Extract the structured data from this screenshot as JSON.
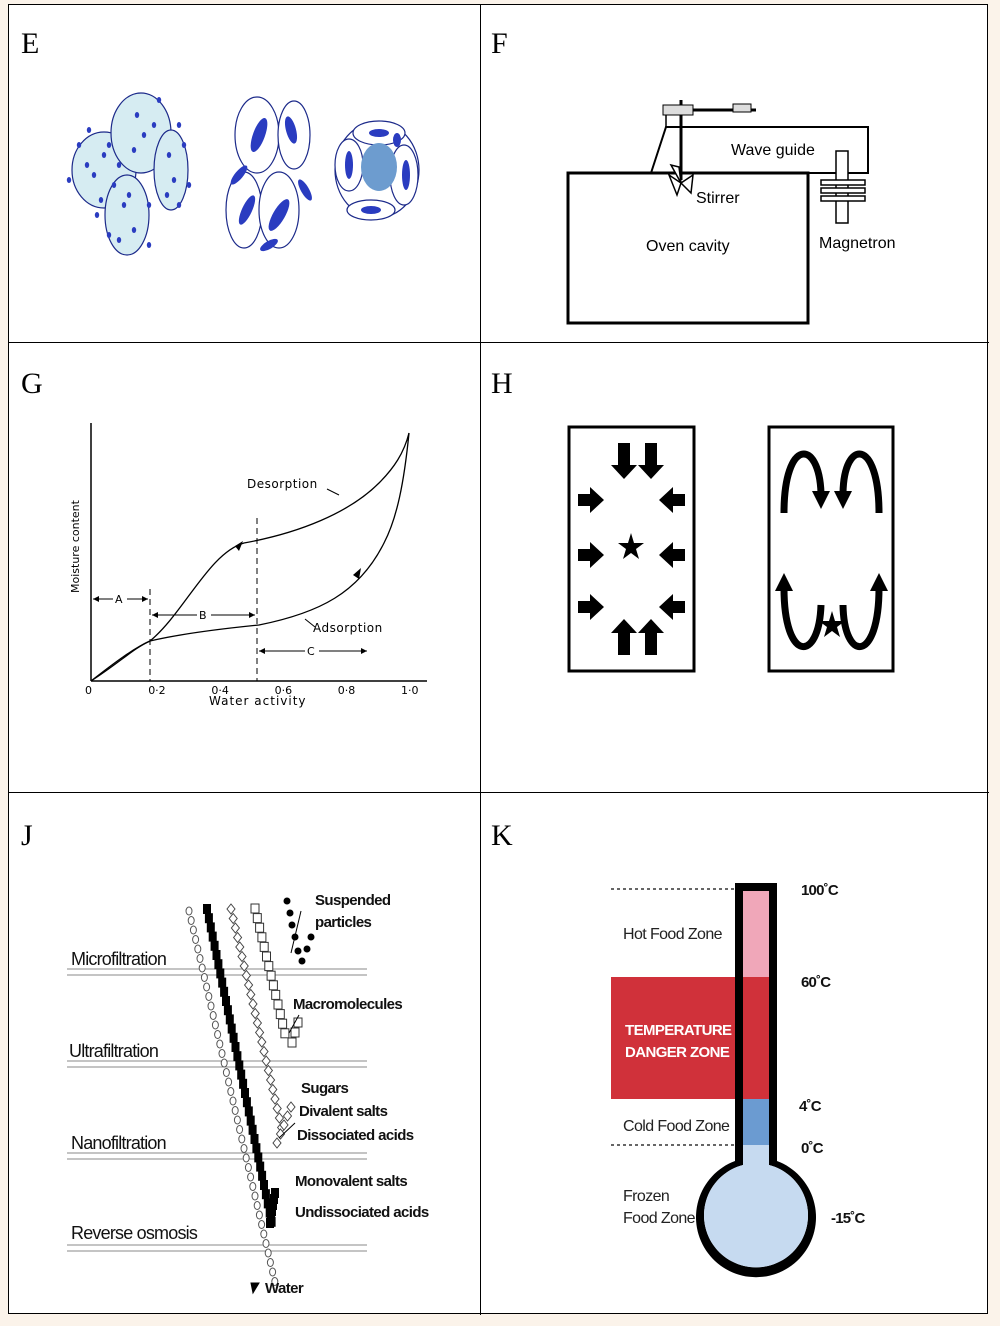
{
  "panels": {
    "E": {
      "letter": "E"
    },
    "F": {
      "letter": "F",
      "wave_guide": "Wave guide",
      "stirrer": "Stirrer",
      "oven_cavity": "Oven cavity",
      "magnetron": "Magnetron"
    },
    "G": {
      "letter": "G",
      "ylabel": "Moisture content",
      "xlabel": "Water activity",
      "desorption": "Desorption",
      "adsorption": "Adsorption",
      "zone_a": "A",
      "zone_b": "B",
      "zone_c": "C",
      "ticks": [
        "0",
        "0·2",
        "0·4",
        "0·6",
        "0·8",
        "1·0"
      ]
    },
    "H": {
      "letter": "H"
    },
    "J": {
      "letter": "J",
      "levels": [
        "Microfiltration",
        "Ultrafiltration",
        "Nanofiltration",
        "Reverse osmosis"
      ],
      "suspended_1": "Suspended",
      "suspended_2": "particles",
      "macromolecules": "Macromolecules",
      "sugars": "Sugars",
      "divalent": "Divalent salts",
      "dissociated": "Dissociated acids",
      "monovalent": "Monovalent salts",
      "undissociated": "Undissociated acids",
      "water": "Water"
    },
    "K": {
      "letter": "K",
      "t100": "100˚C",
      "t60": "60˚C",
      "t4": "4˚C",
      "t0": "0˚C",
      "t15": "-15˚C",
      "hot": "Hot Food Zone",
      "danger_1": "TEMPERATURE",
      "danger_2": "DANGER ZONE",
      "cold": "Cold Food Zone",
      "frozen_1": "Frozen",
      "frozen_2": "Food Zone",
      "colors": {
        "hot": "#f0a7b9",
        "danger": "#d0313a",
        "cold": "#6b9bd1",
        "frozen": "#c6daf0"
      }
    }
  }
}
